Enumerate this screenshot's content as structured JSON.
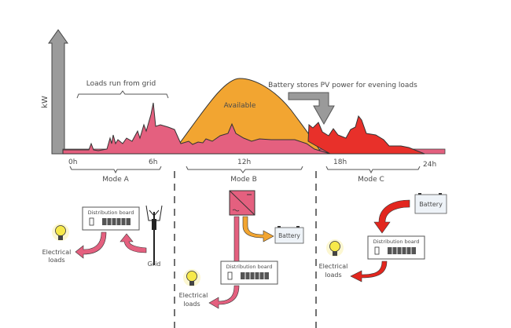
{
  "axis": {
    "ylabel": "kW",
    "ticks": [
      "0h",
      "6h",
      "12h",
      "18h",
      "24h"
    ]
  },
  "annotations": {
    "grid_loads": "Loads run from grid",
    "battery_stores": "Battery stores PV power for evening loads",
    "available": "Available"
  },
  "modes": [
    {
      "name": "Mode A",
      "source": "Grid",
      "board": "Distribution board",
      "loads": [
        "Electrical",
        "loads"
      ]
    },
    {
      "name": "Mode B",
      "battery": "Battery",
      "board": "Distribution board",
      "loads": [
        "Electrical",
        "loads"
      ]
    },
    {
      "name": "Mode C",
      "battery": "Battery",
      "board": "Distribution board",
      "loads": [
        "Electrical",
        "loads"
      ]
    }
  ],
  "colors": {
    "load": "#e4607f",
    "pv": "#f2a531",
    "battery_discharge": "#e8302a",
    "arrow_grey": "#9a9a9a",
    "mode_a_arrow": "#e4607f",
    "mode_b_arrow_pv": "#f2a531",
    "mode_c_arrow": "#e2261e",
    "bulb": "#f7e94a"
  }
}
